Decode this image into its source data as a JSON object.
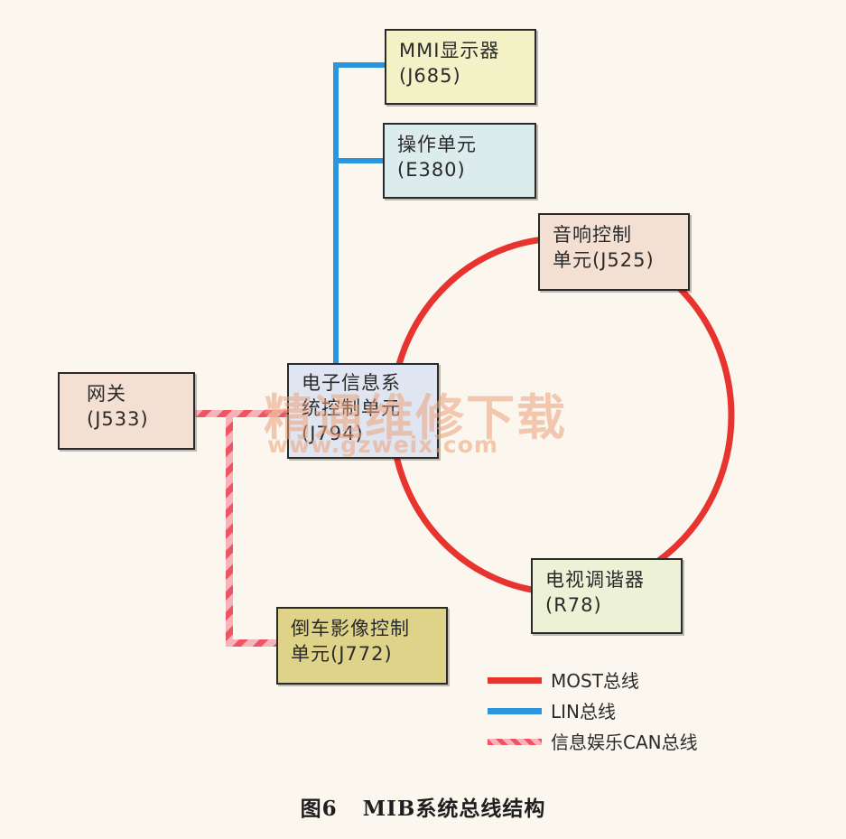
{
  "nodes": {
    "mmi_display": {
      "line1": "MMI显示器",
      "line2": "(J685)",
      "color": "#f3f1c6"
    },
    "control_unit_e380": {
      "line1": "操作单元",
      "line2": "(E380)",
      "color": "#dcebec"
    },
    "audio_control": {
      "line1": "音响控制",
      "line2": "单元(J525)",
      "color": "#f4dfd3"
    },
    "info_control": {
      "line1": "电子信息系",
      "line2": "统控制单元",
      "line3": "(J794)",
      "color": "#dfe6f1"
    },
    "gateway": {
      "line1": "网关",
      "line2": "(J533)",
      "color": "#f4dfd3"
    },
    "tv_tuner": {
      "line1": "电视调谐器",
      "line2": "(R78)",
      "color": "#edf1d6"
    },
    "camera_control": {
      "line1": "倒车影像控制",
      "line2": "单元(J772)",
      "color": "#dfd38a"
    }
  },
  "legend": {
    "most": {
      "label": "MOST总线",
      "color": "#e8342f"
    },
    "lin": {
      "label": "LIN总线",
      "color": "#2b95de"
    },
    "can": {
      "label": "信息娱乐CAN总线",
      "color": "#f07d8a"
    }
  },
  "watermark": {
    "title": "精通维修下载",
    "url": "www.gzweix.com"
  },
  "caption": {
    "number": "图6",
    "text": "MIB系统总线结构"
  }
}
